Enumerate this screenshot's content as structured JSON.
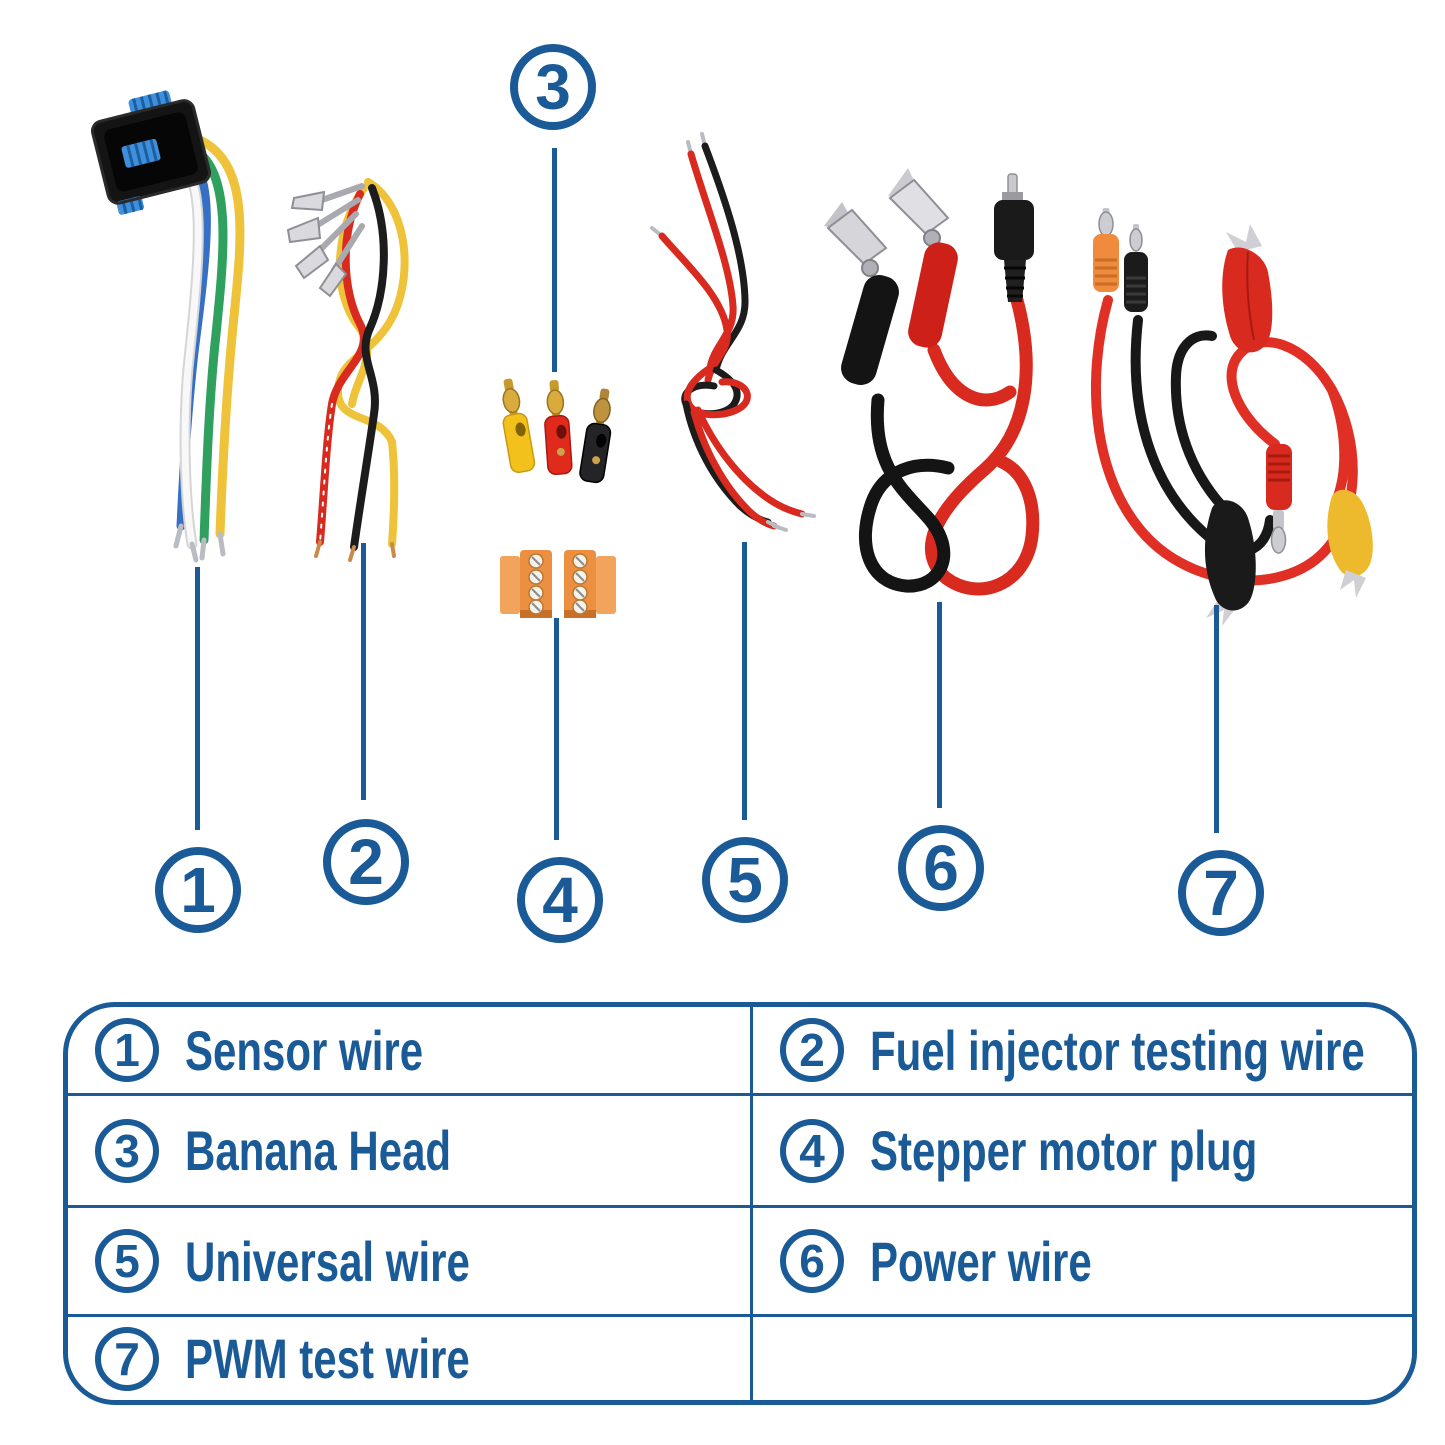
{
  "colors": {
    "accent": "#1a5a96"
  },
  "palette": {
    "wire_red": "#d82a1e",
    "wire_black": "#1c1c1c",
    "wire_yellow": "#eec33a",
    "wire_green": "#2fa05e",
    "wire_blue": "#3570c5",
    "wire_white": "#f8f8f8",
    "plug_orange": "#ec8f40",
    "gold": "#c79a2e",
    "silver": "#c9c9ce"
  },
  "products": [
    {
      "name": "sensor-wire",
      "callout": "1"
    },
    {
      "name": "fuel-injector-testing-wire",
      "callout": "2"
    },
    {
      "name": "banana-head",
      "callout": "3"
    },
    {
      "name": "stepper-motor-plug",
      "callout": "4"
    },
    {
      "name": "universal-wire",
      "callout": "5"
    },
    {
      "name": "power-wire",
      "callout": "6"
    },
    {
      "name": "pwm-test-wire",
      "callout": "7"
    }
  ],
  "legend": {
    "rows": [
      {
        "left": {
          "num": "1",
          "label": "Sensor wire"
        },
        "right": {
          "num": "2",
          "label": "Fuel injector testing wire"
        }
      },
      {
        "left": {
          "num": "3",
          "label": "Banana Head"
        },
        "right": {
          "num": "4",
          "label": "Stepper motor plug"
        }
      },
      {
        "left": {
          "num": "5",
          "label": "Universal wire"
        },
        "right": {
          "num": "6",
          "label": "Power wire"
        }
      },
      {
        "left": {
          "num": "7",
          "label": "PWM test wire"
        },
        "right": null
      }
    ]
  }
}
